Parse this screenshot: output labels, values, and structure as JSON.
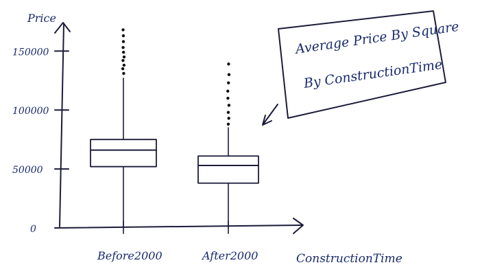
{
  "chart_data": {
    "type": "box",
    "title": "Average Price By Square By ConstructionTime",
    "xlabel": "ConstructionTime",
    "ylabel": "Price",
    "ylim": [
      0,
      170000
    ],
    "yticks": [
      {
        "value": 0,
        "label": "0"
      },
      {
        "value": 50000,
        "label": "50000"
      },
      {
        "value": 100000,
        "label": "100000"
      },
      {
        "value": 150000,
        "label": "150000"
      }
    ],
    "categories": [
      "Before2000",
      "After2000"
    ],
    "boxes": [
      {
        "category": "Before2000",
        "whisker_low": 0,
        "q1": 52000,
        "median": 66000,
        "q3": 75000,
        "whisker_high": 127000,
        "outliers": [
          131000,
          135000,
          138000,
          142000,
          145000,
          149000,
          153000,
          158000,
          163000,
          168000
        ]
      },
      {
        "category": "After2000",
        "whisker_low": 0,
        "q1": 38000,
        "median": 53000,
        "q3": 61000,
        "whisker_high": 85000,
        "outliers": [
          88000,
          93000,
          98000,
          104000,
          110000,
          116000,
          123000,
          130000,
          139000
        ]
      }
    ]
  }
}
